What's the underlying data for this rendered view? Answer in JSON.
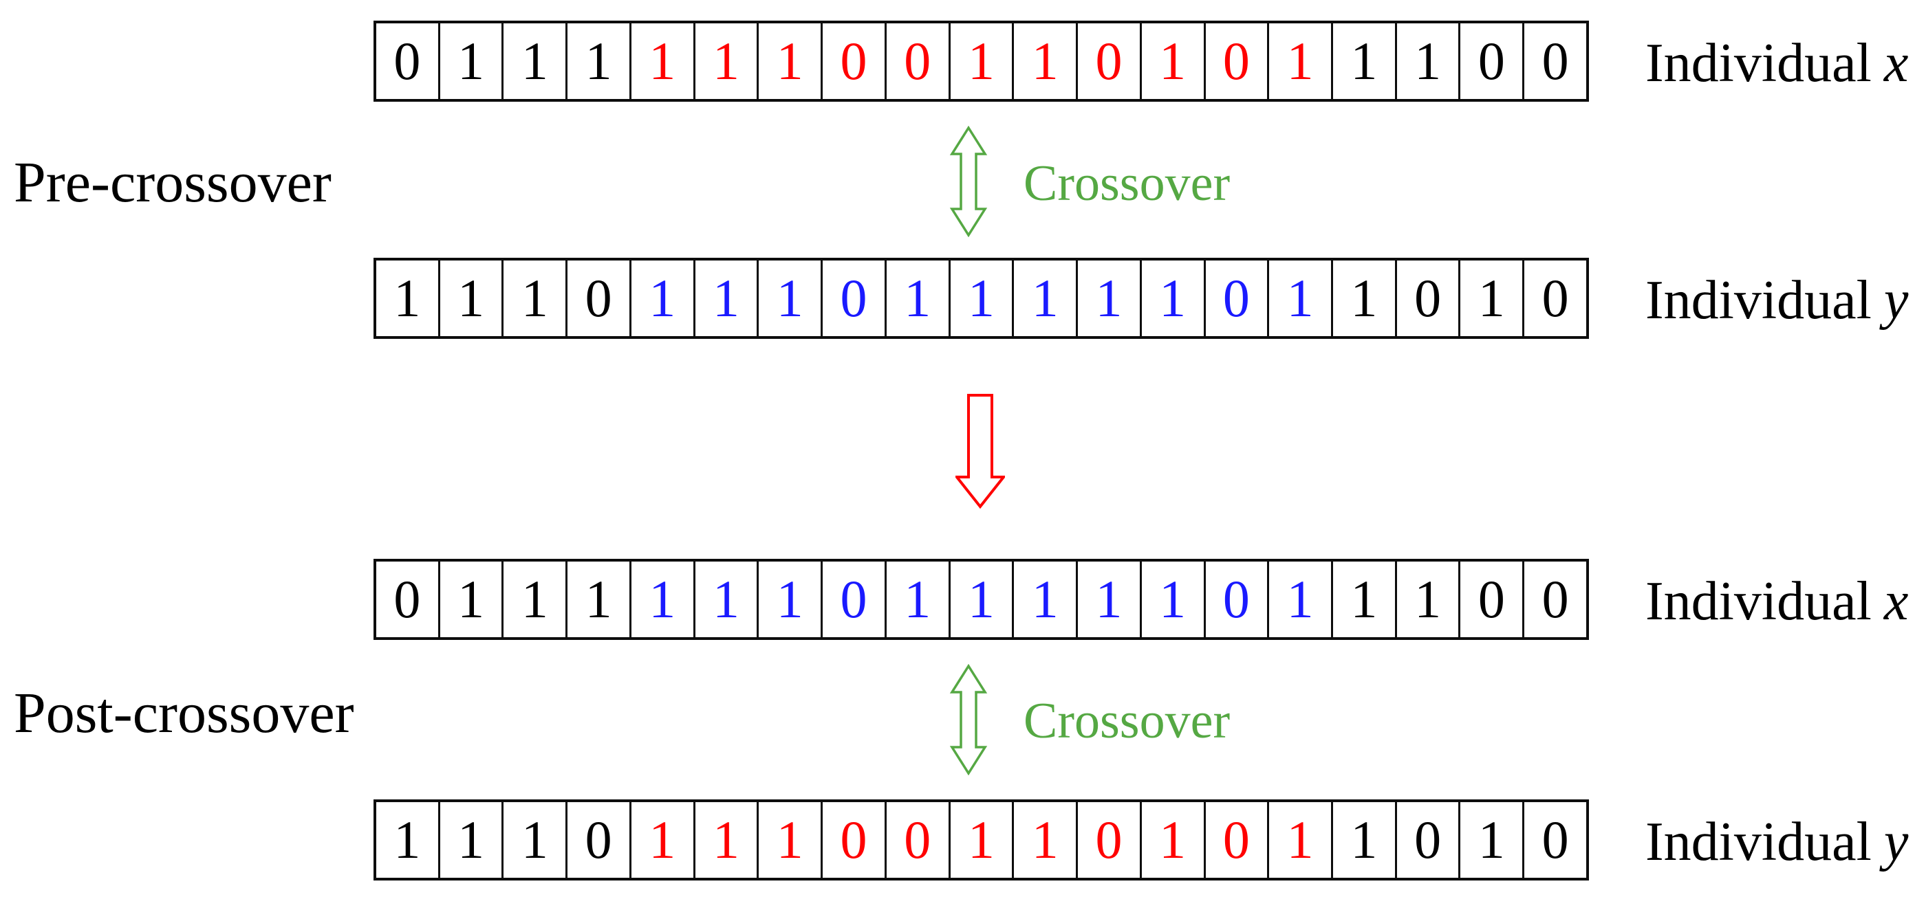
{
  "colors": {
    "bit_black": "#000000",
    "bit_red": "#ff0000",
    "bit_blue": "#1a1aff",
    "green_accent": "#55a843",
    "red_arrow": "#ff0000",
    "border": "#0d0d0d"
  },
  "labels": {
    "pre_stage": "Pre-crossover",
    "post_stage": "Post-crossover",
    "crossover_top": "Crossover",
    "crossover_bottom": "Crossover"
  },
  "icons": {
    "top_arrow": "double-headed-vertical-arrow-icon",
    "middle_arrow": "down-arrow-icon",
    "bottom_arrow": "double-headed-vertical-arrow-icon"
  },
  "rows": [
    {
      "id": "pre-individual-x",
      "label_prefix": "Individual",
      "label_var": "x",
      "segments": [
        {
          "color": "bit_black",
          "bits": [
            "0",
            "1",
            "1",
            "1"
          ]
        },
        {
          "color": "bit_red",
          "bits": [
            "1",
            "1",
            "1",
            "0",
            "0",
            "1",
            "1",
            "0",
            "1",
            "0",
            "1"
          ]
        },
        {
          "color": "bit_black",
          "bits": [
            "1",
            "1",
            "0",
            "0"
          ]
        }
      ]
    },
    {
      "id": "pre-individual-y",
      "label_prefix": "Individual",
      "label_var": "y",
      "segments": [
        {
          "color": "bit_black",
          "bits": [
            "1",
            "1",
            "1",
            "0"
          ]
        },
        {
          "color": "bit_blue",
          "bits": [
            "1",
            "1",
            "1",
            "0",
            "1",
            "1",
            "1",
            "1",
            "1",
            "0",
            "1"
          ]
        },
        {
          "color": "bit_black",
          "bits": [
            "1",
            "0",
            "1",
            "0"
          ]
        }
      ]
    },
    {
      "id": "post-individual-x",
      "label_prefix": "Individual",
      "label_var": "x",
      "segments": [
        {
          "color": "bit_black",
          "bits": [
            "0",
            "1",
            "1",
            "1"
          ]
        },
        {
          "color": "bit_blue",
          "bits": [
            "1",
            "1",
            "1",
            "0",
            "1",
            "1",
            "1",
            "1",
            "1",
            "0",
            "1"
          ]
        },
        {
          "color": "bit_black",
          "bits": [
            "1",
            "1",
            "0",
            "0"
          ]
        }
      ]
    },
    {
      "id": "post-individual-y",
      "label_prefix": "Individual",
      "label_var": "y",
      "segments": [
        {
          "color": "bit_black",
          "bits": [
            "1",
            "1",
            "1",
            "0"
          ]
        },
        {
          "color": "bit_red",
          "bits": [
            "1",
            "1",
            "1",
            "0",
            "0",
            "1",
            "1",
            "0",
            "1",
            "0",
            "1"
          ]
        },
        {
          "color": "bit_black",
          "bits": [
            "1",
            "0",
            "1",
            "0"
          ]
        }
      ]
    }
  ]
}
